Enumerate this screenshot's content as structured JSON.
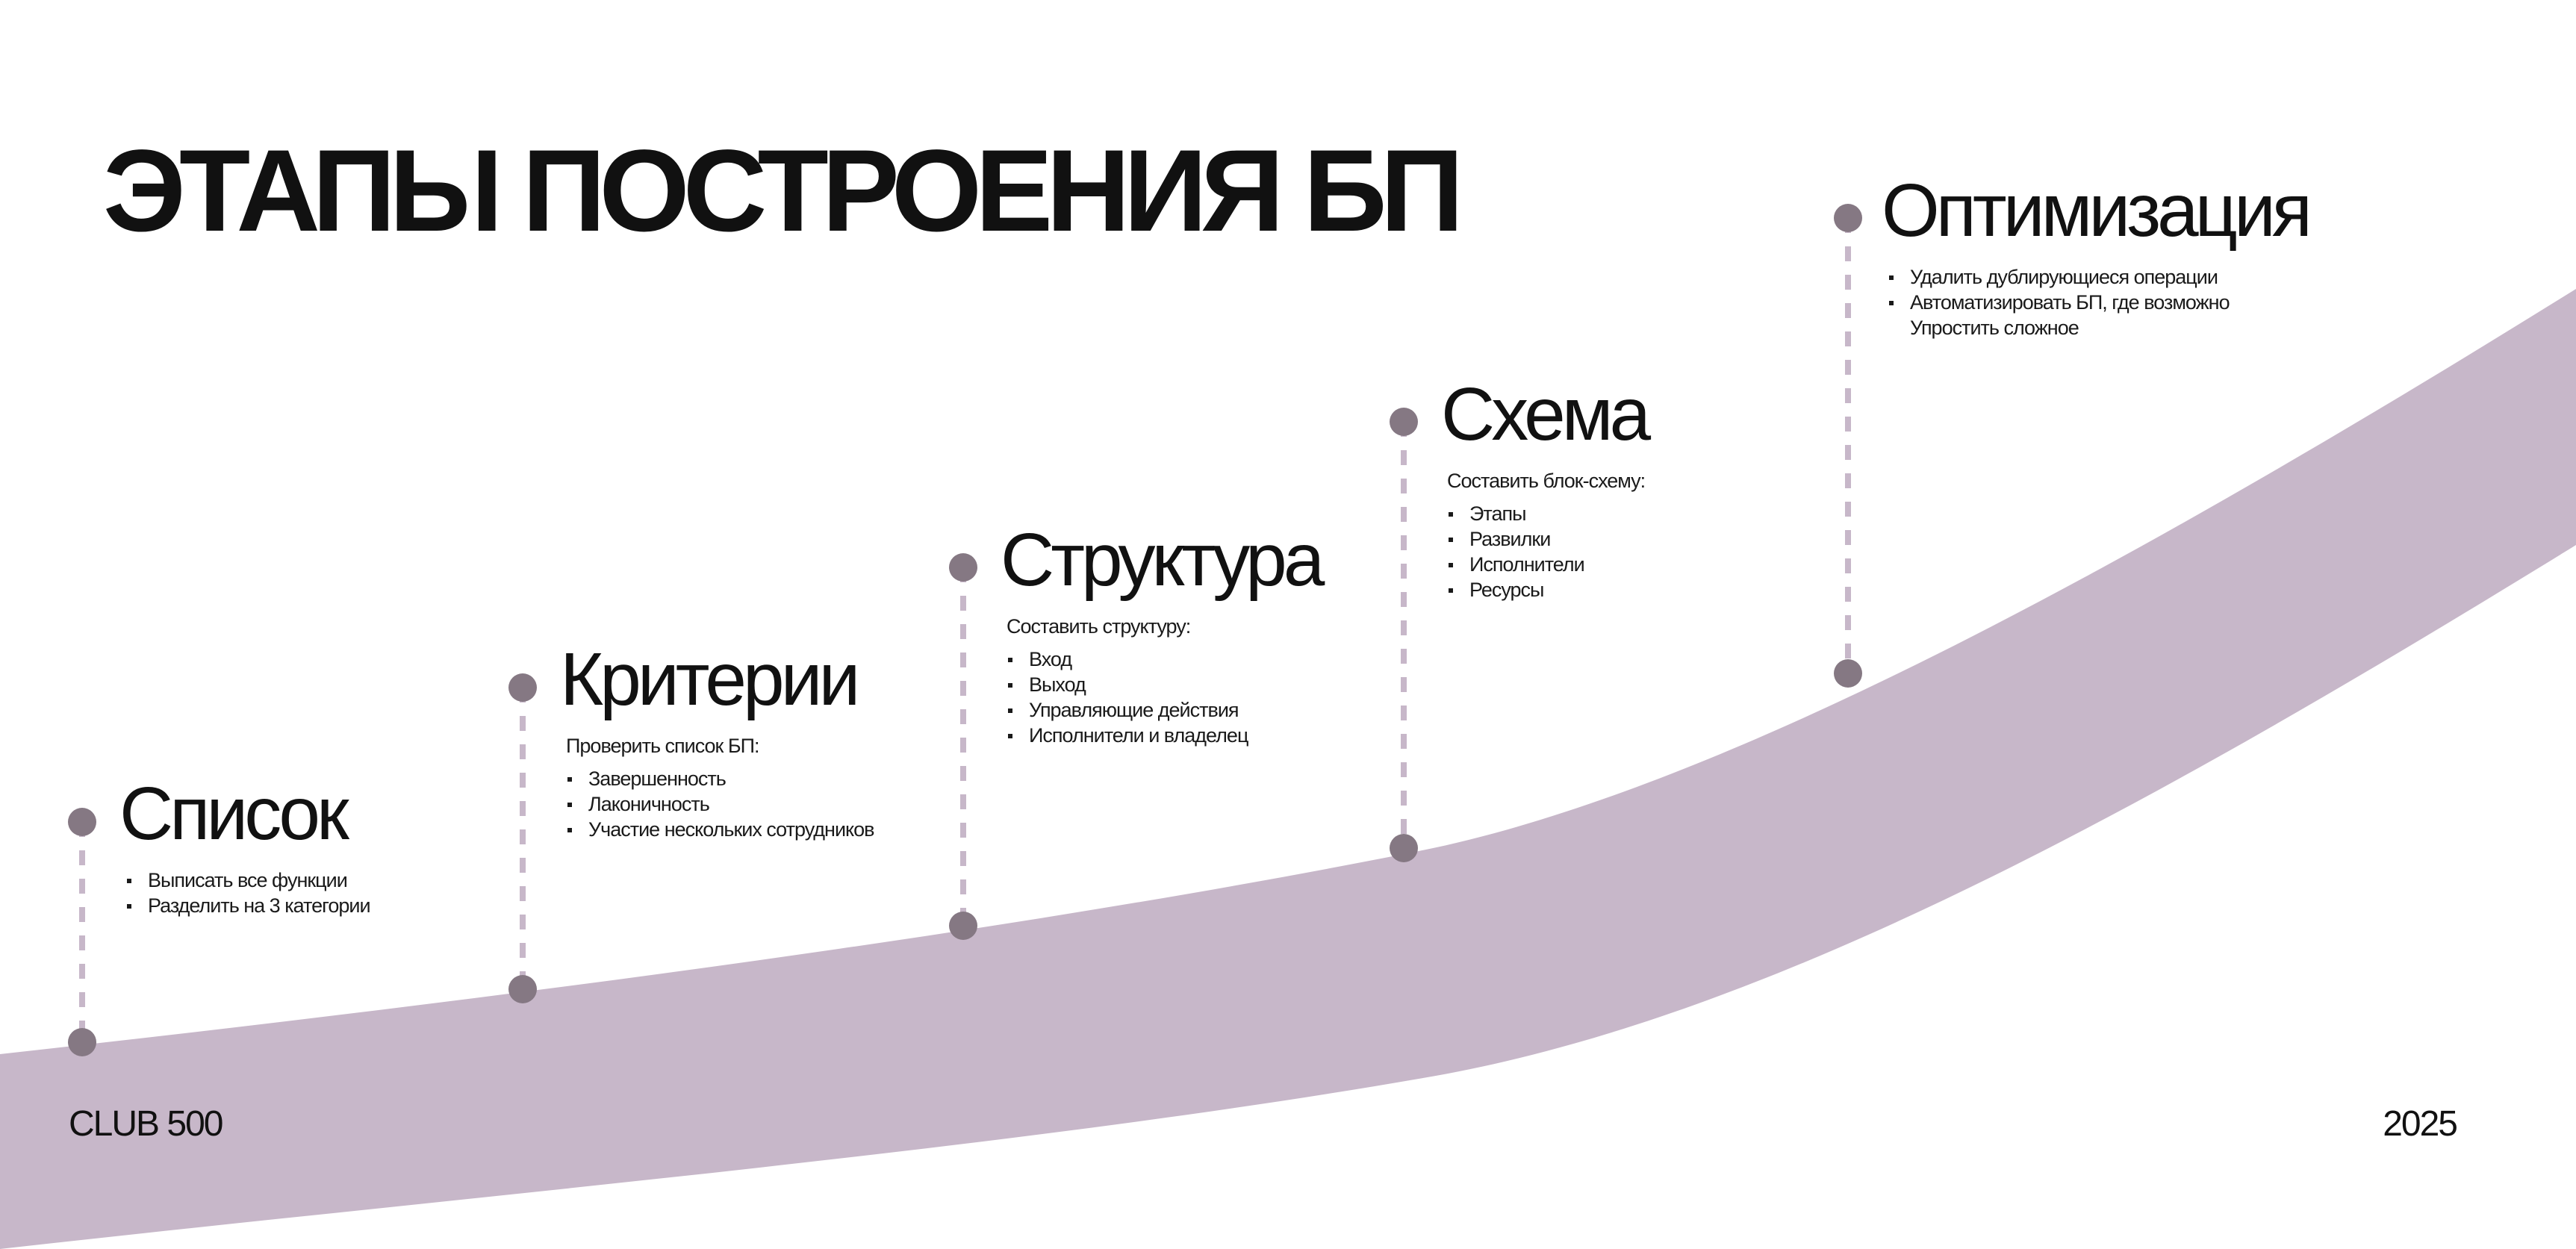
{
  "title": "ЭТАПЫ ПОСТРОЕНИЯ БП",
  "stages": [
    {
      "title": "Список",
      "intro": "",
      "items": [
        "Выписать все функции",
        "Разделить на 3 категории"
      ]
    },
    {
      "title": "Критерии",
      "intro": "Проверить список БП:",
      "items": [
        "Завершенность",
        "Лаконичность",
        "Участие нескольких сотрудников"
      ]
    },
    {
      "title": "Структура",
      "intro": "Составить структуру:",
      "items": [
        "Вход",
        "Выход",
        "Управляющие действия",
        "Исполнители и владелец"
      ]
    },
    {
      "title": "Схема",
      "intro": "Составить блок-схему:",
      "items": [
        "Этапы",
        "Развилки",
        "Исполнители",
        "Ресурсы"
      ]
    },
    {
      "title": "Оптимизация",
      "intro": "",
      "items": [
        "Удалить дублирующиеся операции",
        "Автоматизировать БП, где возможно",
        "Упростить сложное"
      ]
    }
  ],
  "footer": {
    "left": "CLUB 500",
    "right": "2025"
  },
  "colors": {
    "band": "#c7b7c9",
    "dot": "#857883",
    "dash": "#c7b7c9",
    "text": "#111111"
  }
}
